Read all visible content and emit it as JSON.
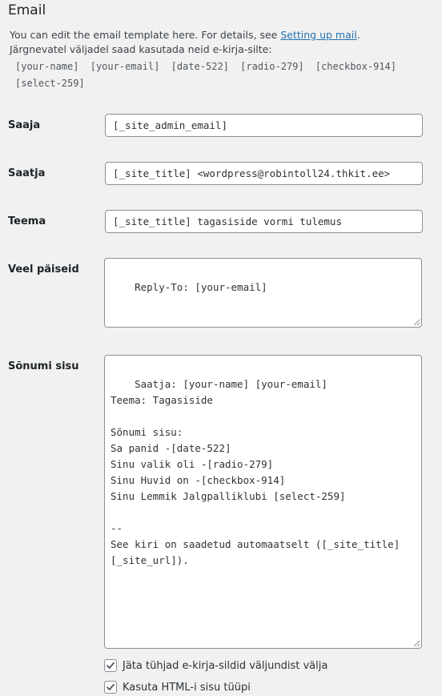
{
  "section": {
    "title": "Email",
    "desc_prefix": "You can edit the email template here. For details, see ",
    "desc_link": "Setting up mail",
    "desc_suffix": ".",
    "desc_line2": "Järgnevatel väljadel saad kasutada neid e-kirja-silte:",
    "tags": [
      "[your-name]",
      "[your-email]",
      "[date-522]",
      "[radio-279]",
      "[checkbox-914]",
      "[select-259]"
    ]
  },
  "fields": {
    "to": {
      "label": "Saaja",
      "value": "[_site_admin_email]"
    },
    "from": {
      "label": "Saatja",
      "value": "[_site_title] <wordpress@robintoll24.thkit.ee>"
    },
    "subject": {
      "label": "Teema",
      "value": "[_site_title] tagasiside vormi tulemus"
    },
    "headers": {
      "label": "Veel päiseid",
      "value": "Reply-To: [your-email]"
    },
    "body": {
      "label": "Sõnumi sisu",
      "value": "Saatja: [your-name] [your-email]\nTeema: Tagasiside\n\nSõnumi sisu:\nSa panid -[date-522]\nSinu valik oli -[radio-279]\nSinu Huvid on -[checkbox-914]\nSinu Lemmik Jalgpalliklubi [select-259]\n\n--\nSee kiri on saadetud automaatselt ([_site_title]\n[_site_url])."
    }
  },
  "options": {
    "exclude_blank": {
      "label": "Jäta tühjad e-kirja-sildid väljundist välja",
      "checked": true
    },
    "use_html": {
      "label": "Kasuta HTML-i sisu tüüpi",
      "checked": true
    }
  },
  "colors": {
    "link": "#2271b1",
    "border": "#8c8f94",
    "background": "#f1f1f1"
  }
}
